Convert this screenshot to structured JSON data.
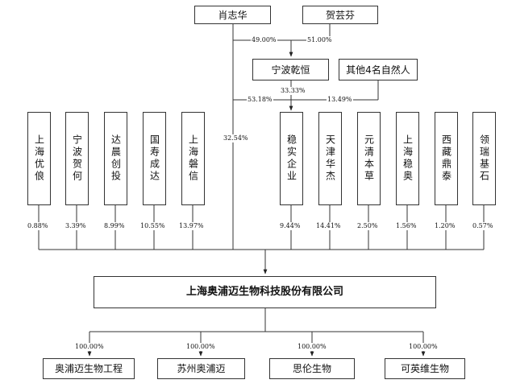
{
  "top_persons": {
    "xiao": "肖志华",
    "he": "贺芸芬"
  },
  "ningbo_qianheng": "宁波乾恒",
  "other_persons": "其他4名自然人",
  "shareholders": [
    {
      "name": "上海优俍",
      "pct": "0.88%"
    },
    {
      "name": "宁波贺何",
      "pct": "3.39%"
    },
    {
      "name": "达晨创投",
      "pct": "8.99%"
    },
    {
      "name": "国寿成达",
      "pct": "10.55%"
    },
    {
      "name": "上海磐信",
      "pct": "13.97%"
    },
    {
      "name": "稳实企业",
      "pct": "9.44%"
    },
    {
      "name": "天津华杰",
      "pct": "14.41%"
    },
    {
      "name": "元清本草",
      "pct": "2.50%"
    },
    {
      "name": "上海稳奥",
      "pct": "1.56%"
    },
    {
      "name": "西藏鼎泰",
      "pct": "1.20%"
    },
    {
      "name": "领瑞基石",
      "pct": "0.57%"
    }
  ],
  "edges": {
    "xiao_to_qianheng": "49.00%",
    "he_to_qianheng": "51.00%",
    "qianheng_to_wenshi": "33.33%",
    "xiao_to_wenshi": "53.18%",
    "others_to_wenshi": "13.49%",
    "xiao_to_company": "32.54%"
  },
  "company": "上海奥浦迈生物科技股份有限公司",
  "subsidiaries": [
    {
      "name": "奥浦迈生物工程",
      "pct": "100.00%"
    },
    {
      "name": "苏州奥浦迈",
      "pct": "100.00%"
    },
    {
      "name": "思伦生物",
      "pct": "100.00%"
    },
    {
      "name": "可英维生物",
      "pct": "100.00%"
    }
  ]
}
